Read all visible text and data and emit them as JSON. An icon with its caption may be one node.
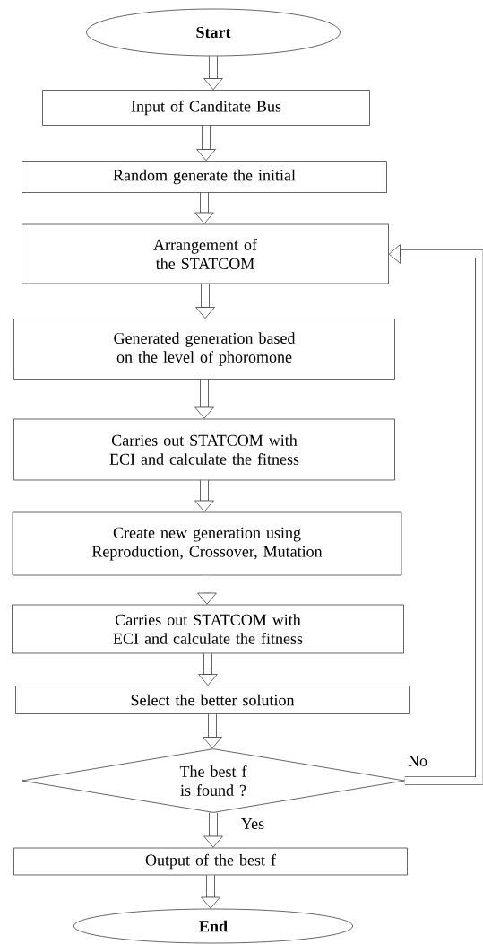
{
  "diagram": {
    "nodes": [
      {
        "text": [
          "Start"
        ]
      },
      {
        "text": [
          "Input of Canditate Bus"
        ]
      },
      {
        "text": [
          "Random generate the initial"
        ]
      },
      {
        "text": [
          "Arrangement of the STATCOM"
        ]
      },
      {
        "text": [
          "Generated generation based on the level of phoromone"
        ]
      },
      {
        "text": [
          "Carries out STATCOM with ECI and calculate the fitness"
        ]
      },
      {
        "text": [
          "Create new generation using Reproduction, Crossover, Mutation"
        ]
      },
      {
        "text": [
          "Carries out STATCOM with ECI and calculate the fitness"
        ]
      },
      {
        "text": [
          "Select the better solution"
        ]
      },
      {
        "text": [
          "The best f is found ?"
        ]
      },
      {
        "text": [
          "Output of the best f"
        ]
      },
      {
        "text": [
          "End"
        ]
      }
    ],
    "edges": [
      {
        "from": 0,
        "to": 1,
        "arrow": "to"
      },
      {
        "from": 1,
        "to": 2,
        "arrow": "to"
      },
      {
        "from": 2,
        "to": 3,
        "arrow": "to"
      },
      {
        "from": 3,
        "to": 4,
        "arrow": "to"
      },
      {
        "from": 4,
        "to": 5,
        "arrow": "to"
      },
      {
        "from": 5,
        "to": 6,
        "arrow": "to"
      },
      {
        "from": 6,
        "to": 7,
        "arrow": "to"
      },
      {
        "from": 7,
        "to": 8,
        "arrow": "to"
      },
      {
        "from": 8,
        "to": 9,
        "arrow": "to"
      },
      {
        "from": 9,
        "to": 10,
        "arrow": "to",
        "label": "Yes"
      },
      {
        "from": 10,
        "to": 11,
        "arrow": "to"
      },
      {
        "from": 9,
        "to": 3,
        "arrow": "to",
        "label": "No"
      }
    ]
  }
}
